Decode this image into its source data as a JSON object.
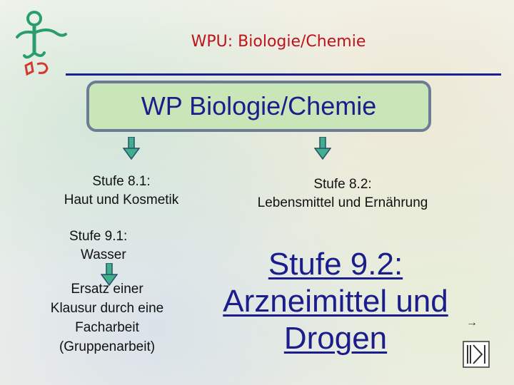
{
  "header": {
    "title": "WPU: Biologie/Chemie"
  },
  "main_box": {
    "title": "WP Biologie/Chemie"
  },
  "stufe_8_1": {
    "line1": "Stufe 8.1:",
    "line2": "Haut und Kosmetik"
  },
  "stufe_8_2": {
    "line1": "Stufe 8.2:",
    "line2": "Lebensmittel und Ernährung"
  },
  "stufe_9_1": {
    "line1": "Stufe 9.1:",
    "line2": "Wasser"
  },
  "ersatz": {
    "line1": "Ersatz einer",
    "line2": "Klausur durch eine",
    "line3": "Facharbeit",
    "line4": "(Gruppenarbeit)"
  },
  "stufe_9_2": {
    "line1": "Stufe 9.2:",
    "line2": "Arzneimittel und",
    "line3": "Drogen"
  },
  "navigation": {
    "next_icon": "arrow-right-icon",
    "end_icon": "end-slide-icon",
    "next_glyph": "→"
  },
  "colors": {
    "header_red": "#c0121c",
    "navy": "#1b1d8c",
    "box_green": "#c9e6b9",
    "arrow_green": "#3fb08b"
  }
}
